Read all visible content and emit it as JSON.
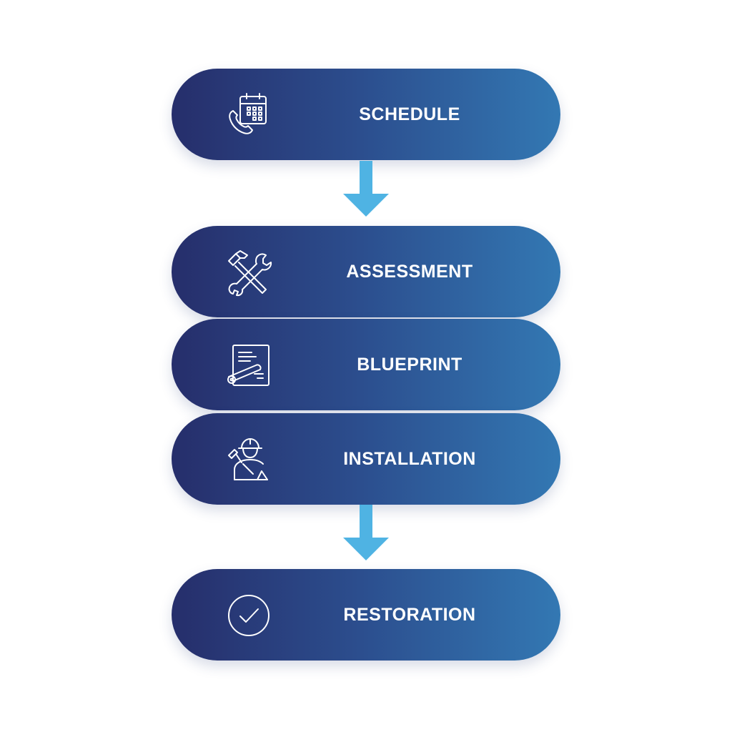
{
  "colors": {
    "pill_start": "#262e6b",
    "pill_end": "#3378b3",
    "arrow": "#4fb3e3",
    "text": "#ffffff",
    "background": "#ffffff"
  },
  "steps": [
    {
      "label": "SCHEDULE",
      "icon": "calendar-phone-icon"
    },
    {
      "label": "ASSESSMENT",
      "icon": "hammer-wrench-icon"
    },
    {
      "label": "BLUEPRINT",
      "icon": "blueprint-icon"
    },
    {
      "label": "INSTALLATION",
      "icon": "construction-worker-icon"
    },
    {
      "label": "RESTORATION",
      "icon": "check-circle-icon"
    }
  ]
}
